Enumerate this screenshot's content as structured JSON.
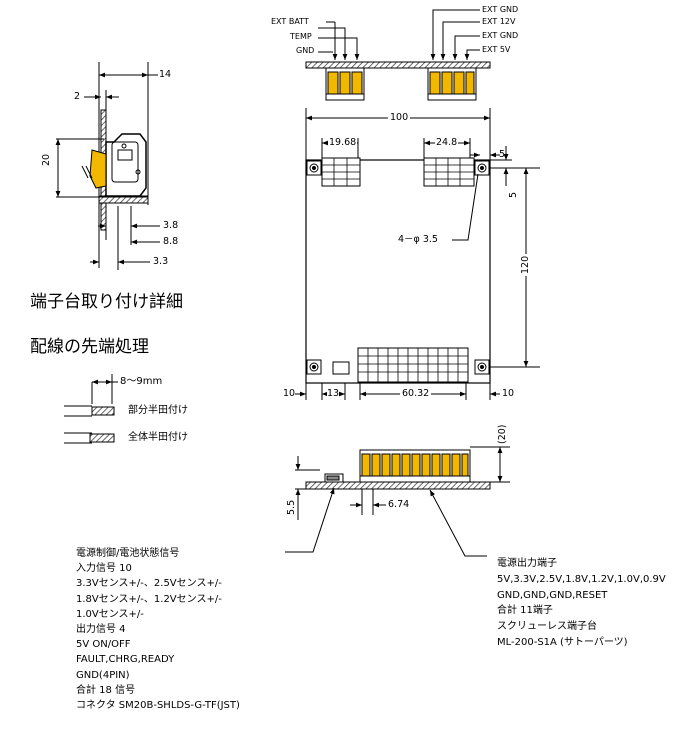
{
  "detail": {
    "dim_14": "14",
    "dim_2": "2",
    "dim_20": "20",
    "dim_3_8": "3.8",
    "dim_8_8": "8.8",
    "dim_3_3": "3.3",
    "heading_mount": "端子台取り付け詳細",
    "heading_wire": "配線の先端処理",
    "dim_strip": "8～9mm",
    "label_partial": "部分半田付け",
    "label_full": "全体半田付け"
  },
  "top_labels": {
    "ext_batt": "EXT BATT",
    "temp": "TEMP",
    "gnd": "GND",
    "ext_gnd_1": "EXT GND",
    "ext_12v": "EXT 12V",
    "ext_gnd_2": "EXT GND",
    "ext_5v": "EXT 5V"
  },
  "board": {
    "dim_100": "100",
    "dim_19_68": "19.68",
    "dim_24_8": "24.8",
    "dim_5a": "5",
    "dim_5b": "5",
    "hole_label": "4－φ 3.5",
    "dim_120": "120",
    "dim_10_left": "10",
    "dim_13": "13",
    "dim_60_32": "60.32",
    "dim_10_right": "10"
  },
  "side": {
    "dim_20p": "(20)",
    "dim_5_5": "5.5",
    "dim_6_74": "6.74"
  },
  "left_spec": {
    "lines": [
      "電源制御/電池状態信号",
      "入力信号  10",
      "3.3Vセンス+/-、2.5Vセンス+/-",
      "1.8Vセンス+/-、1.2Vセンス+/-",
      "1.0Vセンス+/-",
      "出力信号  4",
      "5V ON/OFF",
      "FAULT,CHRG,READY",
      "GND(4PIN)",
      "合計  18  信号",
      "コネクタ  SM20B-SHLDS-G-TF(JST)"
    ]
  },
  "right_spec": {
    "lines": [
      "電源出力端子",
      "5V,3.3V,2.5V,1.8V,1.2V,1.0V,0.9V",
      "GND,GND,GND,RESET",
      "合計  11端子",
      "スクリューレス端子台",
      "ML-200-S1A  (サトーパーツ)"
    ]
  },
  "colors": {
    "terminal": "#f2b800",
    "line": "#000000",
    "hatch": "#555555"
  }
}
